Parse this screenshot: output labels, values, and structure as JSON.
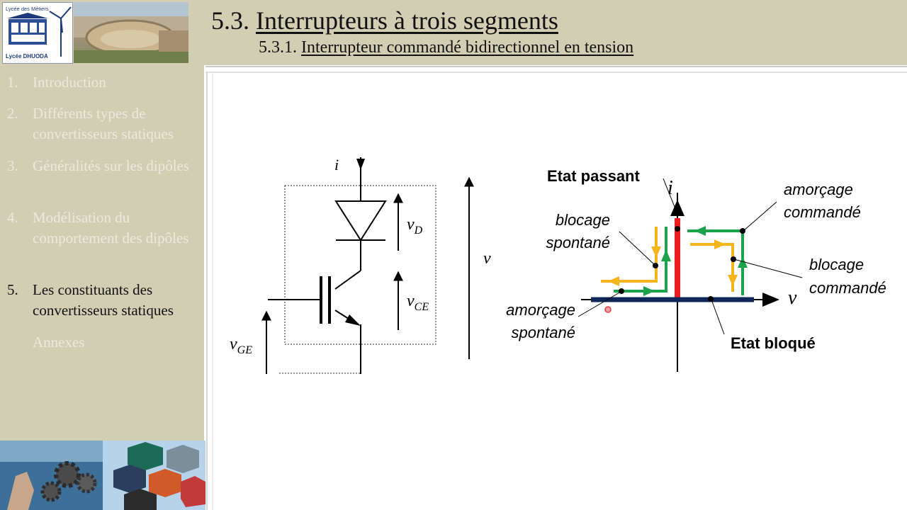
{
  "header": {
    "logo_line1": "Lycée des Métiers",
    "logo_line2": "Lycée DHUODA",
    "title_number": "5.3.",
    "title_text": "Interrupteurs à trois segments",
    "subtitle_number": "5.3.1.",
    "subtitle_text": "Interrupteur commandé bidirectionnel en tension"
  },
  "sidebar": {
    "items": [
      {
        "num": "1.",
        "label": "Introduction"
      },
      {
        "num": "2.",
        "label": "Différents types de convertisseurs statiques"
      },
      {
        "num": "3.",
        "label": "Généralités sur les dipôles"
      },
      {
        "num": "4.",
        "label": "Modélisation du comportement des dipôles"
      },
      {
        "num": "5.",
        "label": "Les constituants des convertisseurs statiques"
      },
      {
        "num": "",
        "label": "Annexes"
      }
    ],
    "active_index": 4
  },
  "circuit": {
    "label_i": "i",
    "label_vD": "v",
    "label_vD_sub": "D",
    "label_vCE": "v",
    "label_vCE_sub": "CE",
    "label_v": "v",
    "label_vGE": "v",
    "label_vGE_sub": "GE"
  },
  "characteristic": {
    "axis_i": "i",
    "axis_v": "v",
    "etat_passant": "Etat passant",
    "etat_bloque": "Etat bloqué",
    "blocage_spontane": [
      "blocage",
      "spontané"
    ],
    "amorcage_commande": [
      "amorçage",
      "commandé"
    ],
    "blocage_commande": [
      "blocage",
      "commandé"
    ],
    "amorcage_spontane": [
      "amorçage",
      "spontané"
    ]
  },
  "colors": {
    "panel": "#d2ceb3",
    "passant_red": "#ee1c1c",
    "bloque_navy": "#0e2758",
    "green": "#1aa34a",
    "yellow": "#f5b51c"
  }
}
